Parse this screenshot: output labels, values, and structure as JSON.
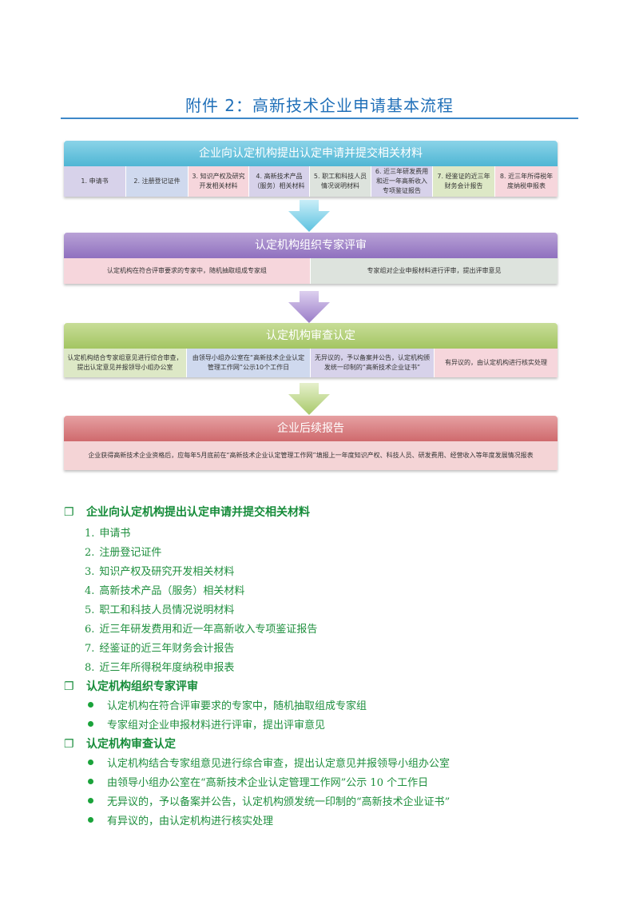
{
  "title": "附件 2：高新技术企业申请基本流程",
  "flow": {
    "stage1": {
      "heading": "企业向认定机构提出认定申请并提交相关材料",
      "cells": [
        "1. 申请书",
        "2. 注册登记证件",
        "3. 知识产权及研究开发相关材料",
        "4. 高新技术产品（服务）相关材料",
        "5. 职工和科技人员情况说明材料",
        "6. 近三年研发费用和近一年高新收入专项鉴证报告",
        "7. 经鉴证的近三年财务会计报告",
        "8. 近三年所得税年度纳税申报表"
      ]
    },
    "stage2": {
      "heading": "认定机构组织专家评审",
      "cells": [
        "认定机构在符合评审要求的专家中，随机抽取组成专家组",
        "专家组对企业申报材料进行评审，提出评审意见"
      ]
    },
    "stage3": {
      "heading": "认定机构审查认定",
      "cells": [
        "认定机构结合专家组意见进行综合审查，提出认定意见并报领导小组办公室",
        "由领导小组办公室在“高新技术企业认定管理工作网”公示10个工作日",
        "无异议的，予以备案并公告，认定机构颁发统一印制的“高新技术企业证书”",
        "有异议的，由认定机构进行核实处理"
      ]
    },
    "stage4": {
      "heading": "企业后续报告",
      "cells": [
        "企业获得高新技术企业资格后，应每年5月底前在“高新技术企业认定管理工作网”填报上一年度知识产权、科技人员、研发费用、经营收入等年度发展情况报表"
      ]
    }
  },
  "sections": {
    "s1": {
      "heading": "企业向认定机构提出认定申请并提交相关材料",
      "items": [
        {
          "n": "1.",
          "t": "申请书"
        },
        {
          "n": "2.",
          "t": "注册登记证件"
        },
        {
          "n": "3.",
          "t": "知识产权及研究开发相关材料"
        },
        {
          "n": "4.",
          "t": "高新技术产品（服务）相关材料"
        },
        {
          "n": "5.",
          "t": "职工和科技人员情况说明材料"
        },
        {
          "n": "6.",
          "t": "近三年研发费用和近一年高新收入专项鉴证报告"
        },
        {
          "n": "7.",
          "t": "经鉴证的近三年财务会计报告"
        },
        {
          "n": "8.",
          "t": "近三年所得税年度纳税申报表"
        }
      ]
    },
    "s2": {
      "heading": "认定机构组织专家评审",
      "items": [
        "认定机构在符合评审要求的专家中，随机抽取组成专家组",
        "专家组对企业申报材料进行评审，提出评审意见"
      ]
    },
    "s3": {
      "heading": "认定机构审查认定",
      "items": [
        "认定机构结合专家组意见进行综合审查，提出认定意见并报领导小组办公室",
        "由领导小组办公室在“高新技术企业认定管理工作网”公示 10 个工作日",
        "无异议的，予以备案并公告，认定机构颁发统一印制的“高新技术企业证书”",
        "有异议的，由认定机构进行核实处理"
      ]
    }
  },
  "box_glyph": "❐"
}
